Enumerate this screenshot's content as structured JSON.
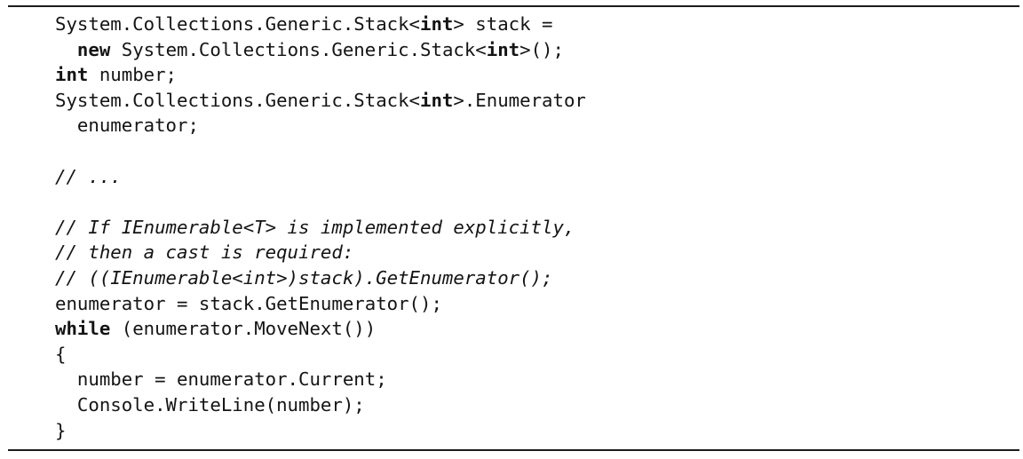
{
  "page": {
    "background_color": "#ffffff",
    "text_color": "#141414",
    "rule_color": "#1c1c1c"
  },
  "code_listing": {
    "language_hint": "",
    "lines": [
      {
        "segments": [
          {
            "t": "System.Collections.Generic.Stack<",
            "s": "plain"
          },
          {
            "t": "int",
            "s": "keyword"
          },
          {
            "t": "> stack =",
            "s": "plain"
          }
        ]
      },
      {
        "segments": [
          {
            "t": "  ",
            "s": "plain"
          },
          {
            "t": "new",
            "s": "keyword"
          },
          {
            "t": " System.Collections.Generic.Stack<",
            "s": "plain"
          },
          {
            "t": "int",
            "s": "keyword"
          },
          {
            "t": ">();",
            "s": "plain"
          }
        ]
      },
      {
        "segments": [
          {
            "t": "int",
            "s": "keyword"
          },
          {
            "t": " number;",
            "s": "plain"
          }
        ]
      },
      {
        "segments": [
          {
            "t": "System.Collections.Generic.Stack<",
            "s": "plain"
          },
          {
            "t": "int",
            "s": "keyword"
          },
          {
            "t": ">.Enumerator",
            "s": "plain"
          }
        ]
      },
      {
        "segments": [
          {
            "t": "  enumerator;",
            "s": "plain"
          }
        ]
      },
      {
        "segments": []
      },
      {
        "segments": [
          {
            "t": "// ...",
            "s": "comment"
          }
        ]
      },
      {
        "segments": []
      },
      {
        "segments": [
          {
            "t": "// If IEnumerable<T> is implemented explicitly,",
            "s": "comment"
          }
        ]
      },
      {
        "segments": [
          {
            "t": "// then a cast is required:",
            "s": "comment"
          }
        ]
      },
      {
        "segments": [
          {
            "t": "// ((IEnumerable<int>)stack).GetEnumerator();",
            "s": "comment"
          }
        ]
      },
      {
        "segments": [
          {
            "t": "enumerator = stack.GetEnumerator();",
            "s": "plain"
          }
        ]
      },
      {
        "segments": [
          {
            "t": "while",
            "s": "keyword"
          },
          {
            "t": " (enumerator.MoveNext())",
            "s": "plain"
          }
        ]
      },
      {
        "segments": [
          {
            "t": "{",
            "s": "plain"
          }
        ]
      },
      {
        "segments": [
          {
            "t": "  number = enumerator.Current;",
            "s": "plain"
          }
        ]
      },
      {
        "segments": [
          {
            "t": "  Console.WriteLine(number);",
            "s": "plain"
          }
        ]
      },
      {
        "segments": [
          {
            "t": "}",
            "s": "plain"
          }
        ]
      }
    ]
  }
}
